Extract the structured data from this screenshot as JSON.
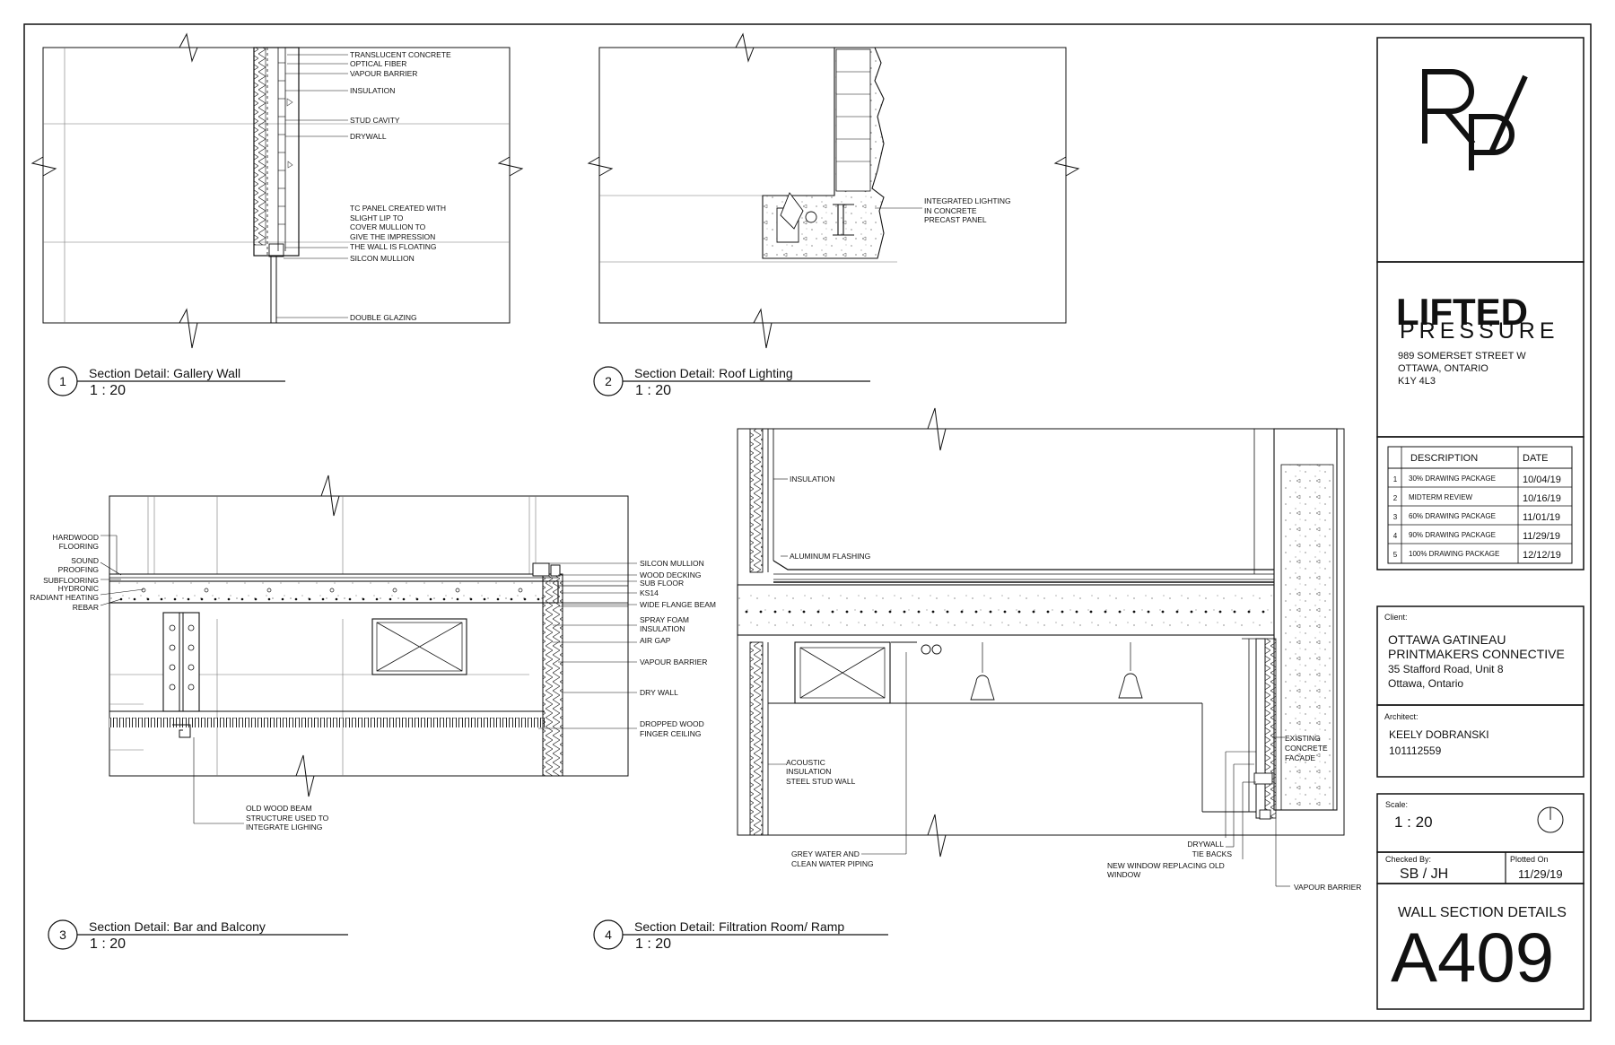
{
  "sheet": {
    "details": [
      {
        "number": "1",
        "title": "Section Detail: Gallery Wall",
        "scale": "1 : 20"
      },
      {
        "number": "2",
        "title": "Section Detail: Roof Lighting",
        "scale": "1 : 20"
      },
      {
        "number": "3",
        "title": "Section Detail: Bar and Balcony",
        "scale": "1 : 20"
      },
      {
        "number": "4",
        "title": "Section Detail: Filtration Room/ Ramp",
        "scale": "1 : 20"
      }
    ],
    "detail1_labels": [
      "TRANSLUCENT CONCRETE",
      "OPTICAL FIBER",
      "VAPOUR BARRIER",
      "INSULATION",
      "STUD CAVITY",
      "DRYWALL",
      "TC PANEL CREATED WITH",
      "SLIGHT LIP TO",
      "COVER MULLION TO",
      "GIVE THE IMPRESSION",
      "THE WALL IS FLOATING",
      "SILCON MULLION",
      "DOUBLE GLAZING"
    ],
    "detail2_labels": [
      "INTEGRATED LIGHTING",
      "IN CONCRETE",
      "PRECAST PANEL"
    ],
    "detail3_left_labels": [
      "HARDWOOD",
      "FLOORING",
      "SOUND",
      "PROOFING",
      "SUBFLOORING",
      "HYDRONIC",
      "RADIANT HEATING",
      "REBAR"
    ],
    "detail3_right_labels": [
      "SILCON MULLION",
      "WOOD DECKING",
      "SUB FLOOR",
      "KS14",
      "WIDE FLANGE BEAM",
      "SPRAY FOAM",
      "INSULATION",
      "AIR GAP",
      "VAPOUR BARRIER",
      "DRY WALL",
      "DROPPED WOOD",
      "FINGER CEILING"
    ],
    "detail3_bottom_labels": [
      "OLD WOOD BEAM",
      "STRUCTURE USED TO",
      "INTEGRATE LIGHING"
    ],
    "detail4_labels": {
      "insulation": "INSULATION",
      "flashing": "ALUMINUM FLASHING",
      "acoustic": [
        "ACOUSTIC",
        "INSULATION",
        "STEEL STUD WALL"
      ],
      "water": [
        "GREY WATER AND",
        "CLEAN WATER PIPING"
      ],
      "existing": [
        "EXISTING",
        "CONCRETE",
        "FACADE"
      ],
      "drywall": "DRYWALL",
      "tiebacks": "TIE BACKS",
      "window": [
        "NEW WINDOW REPLACING OLD",
        "WINDOW"
      ],
      "vapour": "VAPOUR BARRIER"
    }
  },
  "title_block": {
    "company_line1": "LIFTED",
    "company_line2": "PRESSURE",
    "address": [
      "989 SOMERSET STREET W",
      "OTTAWA, ONTARIO",
      "K1Y 4L3"
    ],
    "revisions_header": {
      "description": "DESCRIPTION",
      "date": "DATE"
    },
    "revisions": [
      {
        "no": "1",
        "description": "30% DRAWING PACKAGE",
        "date": "10/04/19"
      },
      {
        "no": "2",
        "description": "MIDTERM REVIEW",
        "date": "10/16/19"
      },
      {
        "no": "3",
        "description": "60% DRAWING PACKAGE",
        "date": "11/01/19"
      },
      {
        "no": "4",
        "description": "90% DRAWING PACKAGE",
        "date": "11/29/19"
      },
      {
        "no": "5",
        "description": "100% DRAWING PACKAGE",
        "date": "12/12/19"
      }
    ],
    "client_label": "Client:",
    "client": [
      "OTTAWA GATINEAU",
      "PRINTMAKERS CONNECTIVE"
    ],
    "client_address": [
      "35 Stafford Road, Unit 8",
      "Ottawa, Ontario"
    ],
    "architect_label": "Architect:",
    "architect": [
      "KEELY DOBRANSKI",
      "101112559"
    ],
    "scale_label": "Scale:",
    "scale": "1 : 20",
    "checked_label": "Checked By:",
    "checked": "SB / JH",
    "plotted_label": "Plotted On",
    "plotted": "11/29/19",
    "sheet_title": "WALL SECTION DETAILS",
    "sheet_number": "A409"
  }
}
